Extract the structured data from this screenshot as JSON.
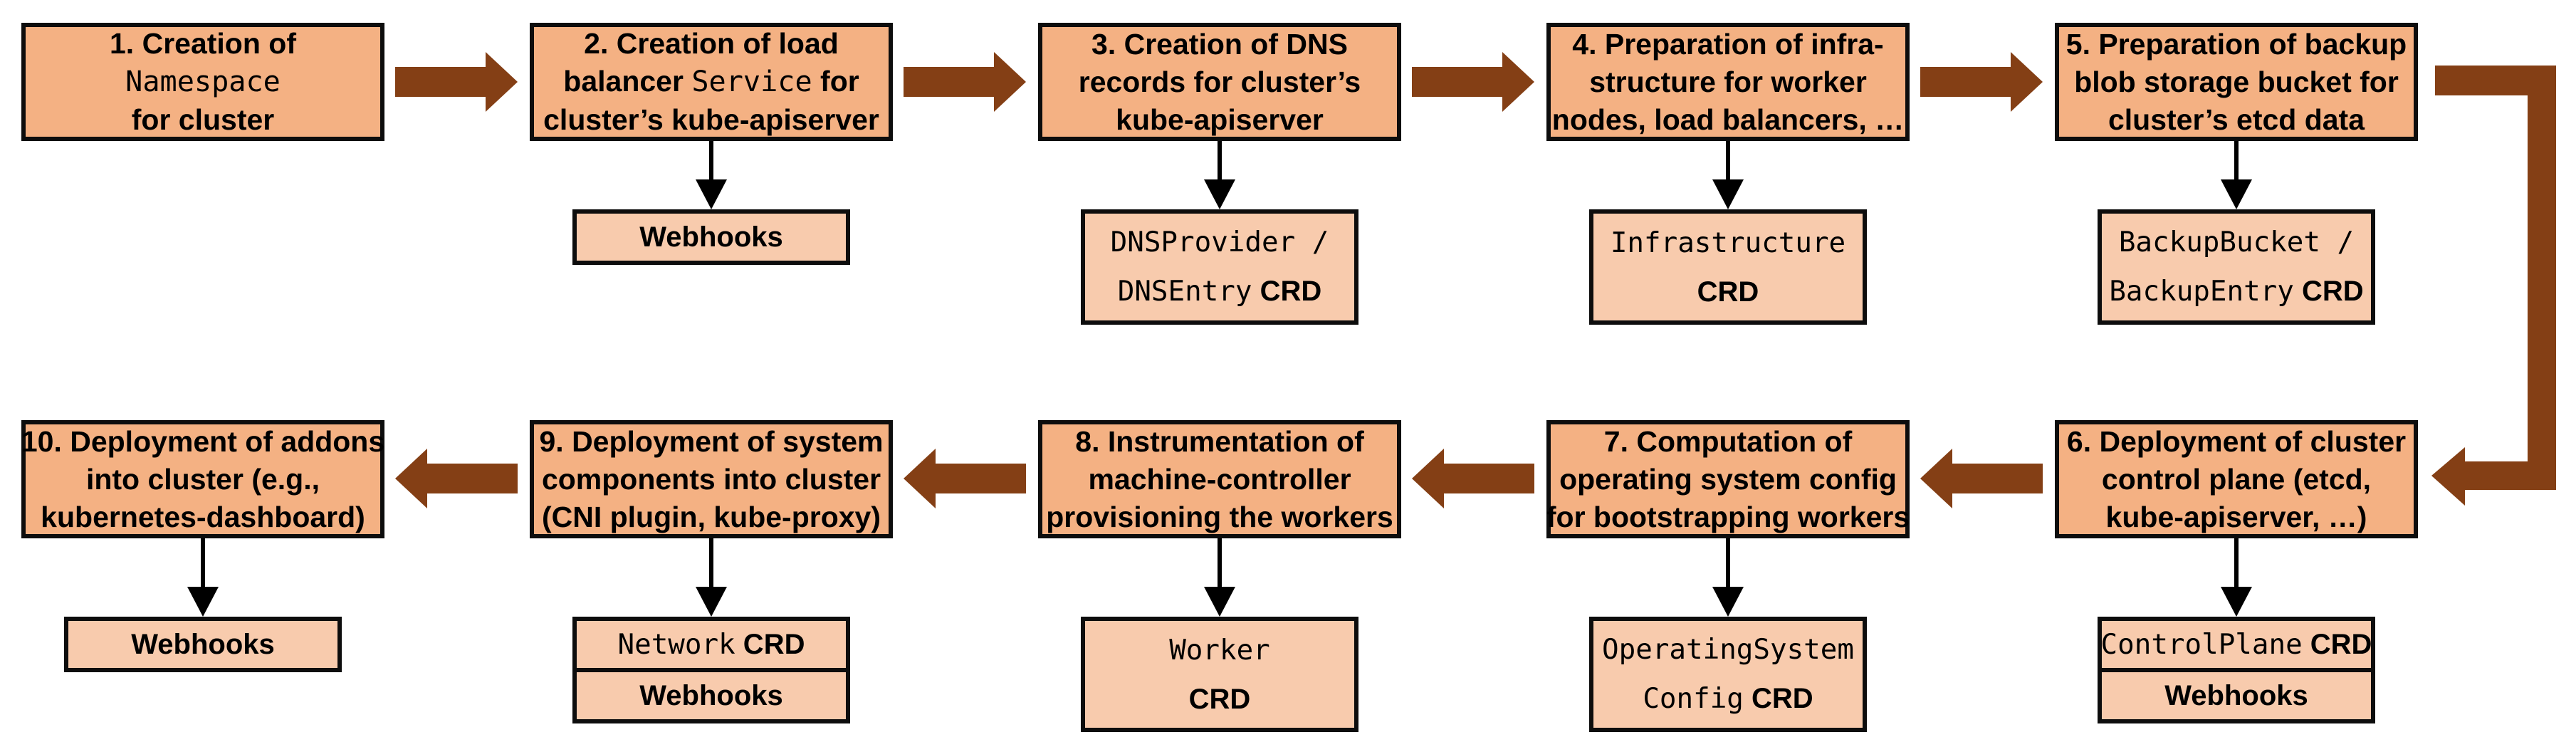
{
  "diagram": {
    "colors": {
      "step_fill": "#F4B183",
      "crd_fill": "#F8CBAD",
      "border": "#0D0D0D",
      "arrow_brown": "#843F15",
      "connector_black": "#000000"
    },
    "icons": {
      "flow_arrow_right": "thick-right-block-arrow",
      "flow_arrow_left": "thick-left-block-arrow",
      "flow_arrow_elbow": "thick-elbow-arrow-down-left",
      "child_arrow_down": "thin-down-arrow"
    },
    "steps": [
      {
        "id": 1,
        "col": 0,
        "row": 0,
        "lines": [
          [
            {
              "text": "1. Creation of"
            }
          ],
          [
            {
              "text": "Namespace",
              "mono": true
            }
          ],
          [
            {
              "text": "for cluster"
            }
          ]
        ],
        "sub_boxes": []
      },
      {
        "id": 2,
        "col": 1,
        "row": 0,
        "lines": [
          [
            {
              "text": "2. Creation of load"
            }
          ],
          [
            {
              "text": "balancer "
            },
            {
              "text": "Service",
              "mono": true
            },
            {
              "text": " for"
            }
          ],
          [
            {
              "text": "cluster’s kube-apiserver"
            }
          ]
        ],
        "sub_boxes": [
          {
            "size": "short",
            "lines": [
              [
                {
                  "text": "Webhooks"
                }
              ]
            ]
          }
        ]
      },
      {
        "id": 3,
        "col": 2,
        "row": 0,
        "lines": [
          [
            {
              "text": "3. Creation of DNS"
            }
          ],
          [
            {
              "text": "records for cluster’s"
            }
          ],
          [
            {
              "text": "kube-apiserver"
            }
          ]
        ],
        "sub_boxes": [
          {
            "size": "tall",
            "lines": [
              [
                {
                  "text": "DNSProvider /",
                  "mono": true
                }
              ],
              [
                {
                  "text": "DNSEntry",
                  "mono": true
                },
                {
                  "text": " CRD"
                }
              ]
            ]
          }
        ]
      },
      {
        "id": 4,
        "col": 3,
        "row": 0,
        "lines": [
          [
            {
              "text": "4. Preparation of infra-"
            }
          ],
          [
            {
              "text": "structure for worker"
            }
          ],
          [
            {
              "text": "nodes, load balancers, …"
            }
          ]
        ],
        "sub_boxes": [
          {
            "size": "tall",
            "lines": [
              [
                {
                  "text": "Infrastructure",
                  "mono": true
                }
              ],
              [
                {
                  "text": "CRD"
                }
              ]
            ]
          }
        ]
      },
      {
        "id": 5,
        "col": 4,
        "row": 0,
        "lines": [
          [
            {
              "text": "5. Preparation of backup"
            }
          ],
          [
            {
              "text": "blob storage bucket for"
            }
          ],
          [
            {
              "text": "cluster’s etcd data"
            }
          ]
        ],
        "sub_boxes": [
          {
            "size": "tall",
            "lines": [
              [
                {
                  "text": "BackupBucket /",
                  "mono": true
                }
              ],
              [
                {
                  "text": "BackupEntry",
                  "mono": true
                },
                {
                  "text": " CRD"
                }
              ]
            ]
          }
        ]
      },
      {
        "id": 6,
        "col": 4,
        "row": 1,
        "lines": [
          [
            {
              "text": "6. Deployment of cluster"
            }
          ],
          [
            {
              "text": "control plane (etcd,"
            }
          ],
          [
            {
              "text": "kube-apiserver, …)"
            }
          ]
        ],
        "sub_boxes": [
          {
            "size": "short",
            "lines": [
              [
                {
                  "text": "ControlPlane",
                  "mono": true
                },
                {
                  "text": " CRD"
                }
              ]
            ]
          },
          {
            "size": "short",
            "lines": [
              [
                {
                  "text": "Webhooks"
                }
              ]
            ]
          }
        ]
      },
      {
        "id": 7,
        "col": 3,
        "row": 1,
        "lines": [
          [
            {
              "text": "7. Computation of"
            }
          ],
          [
            {
              "text": "operating system config"
            }
          ],
          [
            {
              "text": "for bootstrapping workers"
            }
          ]
        ],
        "sub_boxes": [
          {
            "size": "tall",
            "lines": [
              [
                {
                  "text": "OperatingSystem",
                  "mono": true
                }
              ],
              [
                {
                  "text": "Config",
                  "mono": true
                },
                {
                  "text": " CRD"
                }
              ]
            ]
          }
        ]
      },
      {
        "id": 8,
        "col": 2,
        "row": 1,
        "lines": [
          [
            {
              "text": "8. Instrumentation of"
            }
          ],
          [
            {
              "text": "machine-controller"
            }
          ],
          [
            {
              "text": "provisioning the workers"
            }
          ]
        ],
        "sub_boxes": [
          {
            "size": "tall",
            "lines": [
              [
                {
                  "text": "Worker",
                  "mono": true
                }
              ],
              [
                {
                  "text": "CRD"
                }
              ]
            ]
          }
        ]
      },
      {
        "id": 9,
        "col": 1,
        "row": 1,
        "lines": [
          [
            {
              "text": "9. Deployment of system"
            }
          ],
          [
            {
              "text": "components into cluster"
            }
          ],
          [
            {
              "text": "(CNI plugin, kube-proxy)"
            }
          ]
        ],
        "sub_boxes": [
          {
            "size": "short",
            "lines": [
              [
                {
                  "text": "Network",
                  "mono": true
                },
                {
                  "text": " CRD"
                }
              ]
            ]
          },
          {
            "size": "short",
            "lines": [
              [
                {
                  "text": "Webhooks"
                }
              ]
            ]
          }
        ]
      },
      {
        "id": 10,
        "col": 0,
        "row": 1,
        "lines": [
          [
            {
              "text": "10. Deployment of addons"
            }
          ],
          [
            {
              "text": "into cluster (e.g.,"
            }
          ],
          [
            {
              "text": "kubernetes-dashboard)"
            }
          ]
        ],
        "sub_boxes": [
          {
            "size": "short",
            "lines": [
              [
                {
                  "text": "Webhooks"
                }
              ]
            ]
          }
        ]
      }
    ]
  }
}
